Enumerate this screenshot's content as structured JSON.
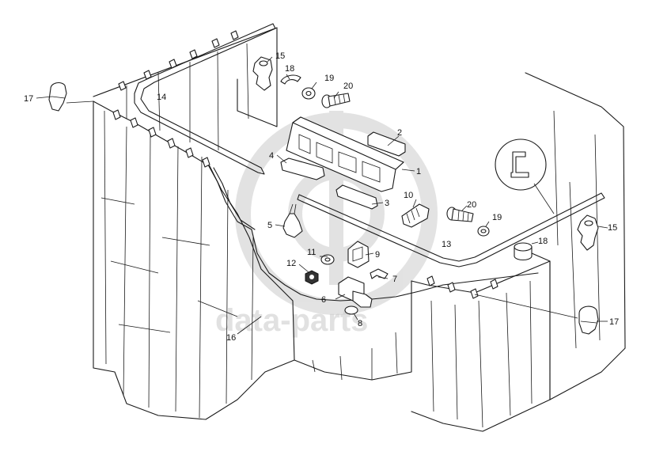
{
  "watermark": {
    "text": "data-parts",
    "color": "#c9c9c9"
  },
  "callouts": [
    "1",
    "2",
    "3",
    "4",
    "5",
    "6",
    "7",
    "8",
    "9",
    "10",
    "11",
    "12",
    "13",
    "14",
    "15",
    "15",
    "16",
    "17",
    "17",
    "18",
    "18",
    "19",
    "19",
    "20",
    "20"
  ]
}
